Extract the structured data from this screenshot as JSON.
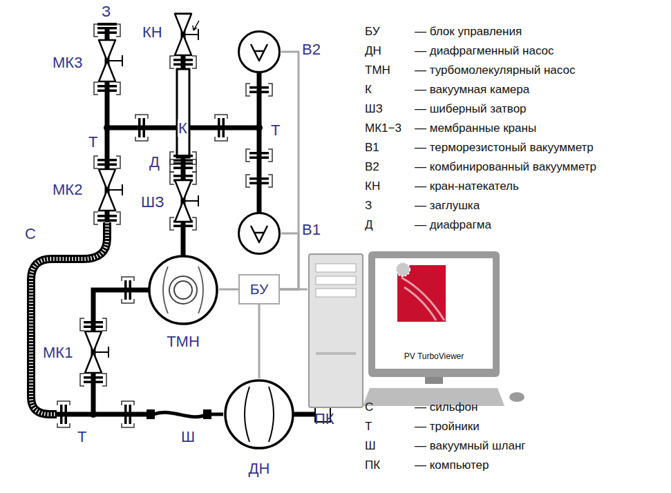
{
  "diagram": {
    "nodes": [
      {
        "text": [
          "В2"
        ]
      },
      {
        "text": [
          "В1"
        ]
      },
      {
        "text": [
          "БУ"
        ]
      },
      {
        "text": [
          "ТМН"
        ]
      },
      {
        "text": [
          "PV TurboViewer",
          "ПК"
        ]
      },
      {
        "text": [
          "ДН"
        ]
      }
    ],
    "edges": [
      {
        "from": 0,
        "to": 2,
        "arrow": "none"
      },
      {
        "from": 1,
        "to": 2,
        "arrow": "none"
      },
      {
        "from": 2,
        "to": 3,
        "arrow": "none"
      },
      {
        "from": 2,
        "to": 4,
        "arrow": "none"
      },
      {
        "from": 2,
        "to": 5,
        "arrow": "none"
      }
    ],
    "labels": [
      "З",
      "КН",
      "МК3",
      "Т",
      "К",
      "Т",
      "Д",
      "МК2",
      "ШЗ",
      "С",
      "МК1",
      "Т",
      "Ш",
      "БУ",
      "— блок управления",
      "ДН",
      "— диафрагменный насос",
      "ТМН",
      "— турбомолекулярный насос",
      "К",
      "— вакуумная камера",
      "ШЗ",
      "— шиберный затвор",
      "МК1−3",
      "— мембранные краны",
      "В1",
      "— терморезистоный вакуумметр",
      "В2",
      "— комбинированный вакуумметр",
      "КН",
      "— кран-натекатель",
      "З",
      "— заглушка",
      "Д",
      "— диафрагма",
      "С",
      "— сильфон",
      "Т",
      "— тройники",
      "Ш",
      "— вакуумный шланг",
      "ПК",
      "— компьютер"
    ]
  }
}
